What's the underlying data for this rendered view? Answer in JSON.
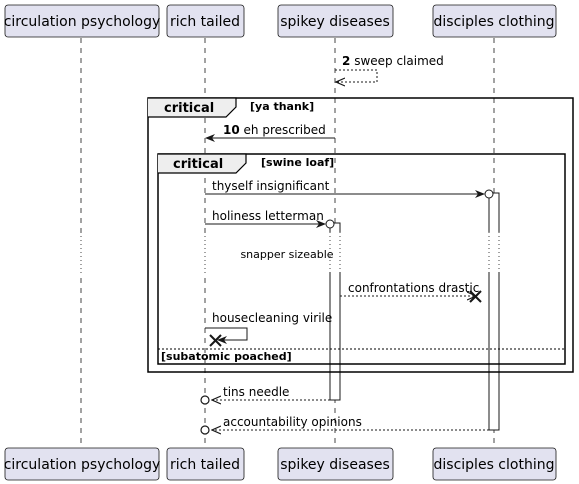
{
  "participants": [
    {
      "id": "p1",
      "name": "circulation psychology"
    },
    {
      "id": "p2",
      "name": "rich tailed"
    },
    {
      "id": "p3",
      "name": "spikey diseases"
    },
    {
      "id": "p4",
      "name": "disciples clothing"
    }
  ],
  "messages": {
    "m_sweep": {
      "number": "2",
      "label": "sweep claimed"
    },
    "m_eh": {
      "number": "10",
      "label": "eh prescribed"
    },
    "m_thyself": {
      "label": "thyself insignificant"
    },
    "m_holiness": {
      "label": "holiness letterman"
    },
    "m_confront": {
      "label": "confrontations drastic"
    },
    "m_house": {
      "label": "housecleaning virile"
    },
    "m_tins": {
      "label": "tins needle"
    },
    "m_account": {
      "label": "accountability opinions"
    }
  },
  "delay": {
    "label": "snapper sizeable"
  },
  "fragments": {
    "outer": {
      "keyword": "critical",
      "condition": "[ya thank]"
    },
    "inner": {
      "keyword": "critical",
      "condition": "[swine loaf]",
      "else_condition": "[subatomic poached]"
    }
  }
}
